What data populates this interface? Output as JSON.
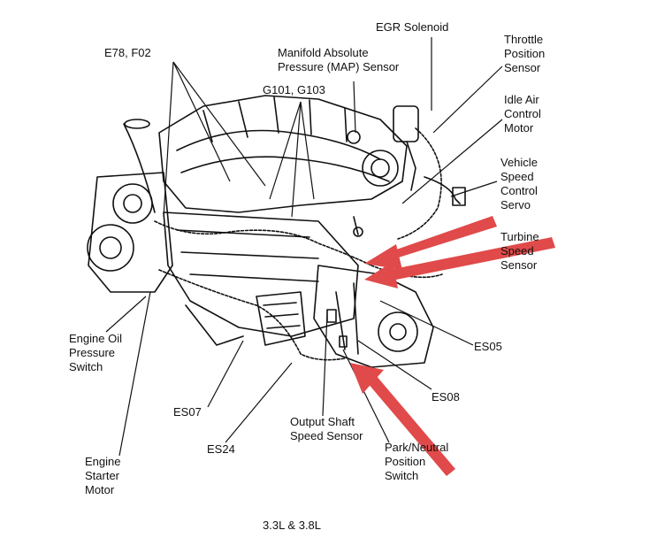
{
  "labels": {
    "egr_solenoid": [
      "EGR Solenoid"
    ],
    "throttle_position_sensor": [
      "Throttle",
      "Position",
      "Sensor"
    ],
    "e78_f02": [
      "E78, F02"
    ],
    "map_sensor": [
      "Manifold Absolute",
      "Pressure (MAP) Sensor"
    ],
    "g101_g103": [
      "G101, G103"
    ],
    "idle_air_control_motor": [
      "Idle Air",
      "Control",
      "Motor"
    ],
    "vehicle_speed_control_servo": [
      "Vehicle",
      "Speed",
      "Control",
      "Servo"
    ],
    "turbine_speed_sensor": [
      "Turbine",
      "Speed",
      "Sensor"
    ],
    "engine_oil_pressure_switch": [
      "Engine Oil",
      "Pressure",
      "Switch"
    ],
    "es05": [
      "ES05"
    ],
    "es08": [
      "ES08"
    ],
    "es07": [
      "ES07"
    ],
    "output_shaft_speed_sensor": [
      "Output Shaft",
      "Speed Sensor"
    ],
    "es24": [
      "ES24"
    ],
    "park_neutral_position_switch": [
      "Park/Neutral",
      "Position",
      "Switch"
    ],
    "engine_starter_motor": [
      "Engine",
      "Starter",
      "Motor"
    ]
  },
  "caption": "3.3L & 3.8L",
  "colors": {
    "arrow": "#e04a4a",
    "line": "#111111"
  }
}
